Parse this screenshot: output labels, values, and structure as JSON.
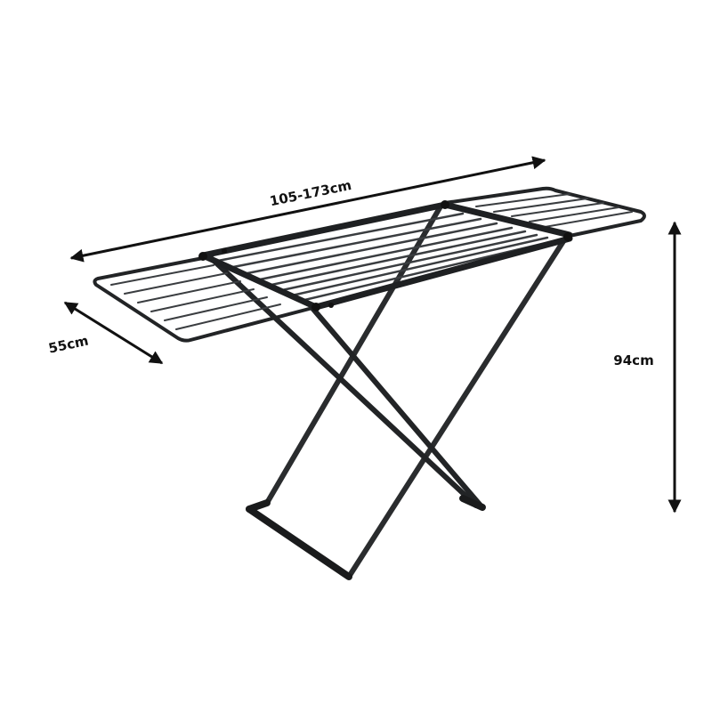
{
  "dimensions": {
    "length": "105-173cm",
    "width": "55cm",
    "height": "94cm"
  },
  "colors": {
    "frame": "#222426",
    "wire": "#3a3d40",
    "arrow": "#111111",
    "background": "#ffffff"
  }
}
